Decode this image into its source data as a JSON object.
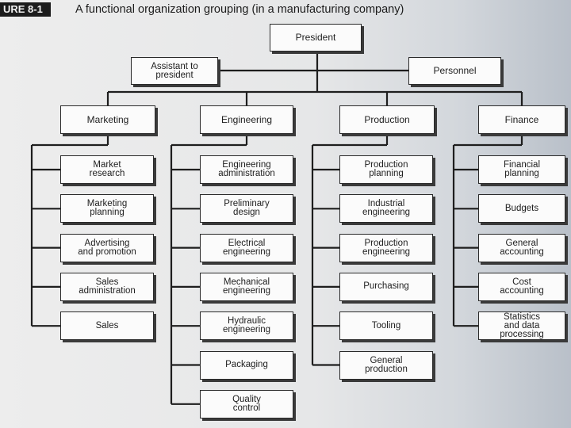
{
  "figure": {
    "label": "URE 8-1",
    "caption": "A functional organization grouping (in a manufacturing company)"
  },
  "chart": {
    "president": "President",
    "assistant": "Assistant to\npresident",
    "personnel": "Personnel",
    "departments": [
      {
        "name": "Marketing",
        "units": [
          "Market\nresearch",
          "Marketing\nplanning",
          "Advertising\nand promotion",
          "Sales\nadministration",
          "Sales"
        ]
      },
      {
        "name": "Engineering",
        "units": [
          "Engineering\nadministration",
          "Preliminary\ndesign",
          "Electrical\nengineering",
          "Mechanical\nengineering",
          "Hydraulic\nengineering",
          "Packaging",
          "Quality\ncontrol"
        ]
      },
      {
        "name": "Production",
        "units": [
          "Production\nplanning",
          "Industrial\nengineering",
          "Production\nengineering",
          "Purchasing",
          "Tooling",
          "General\nproduction"
        ]
      },
      {
        "name": "Finance",
        "units": [
          "Financial\nplanning",
          "Budgets",
          "General\naccounting",
          "Cost\naccounting",
          "Statistics\nand data\nprocessing"
        ]
      }
    ]
  }
}
